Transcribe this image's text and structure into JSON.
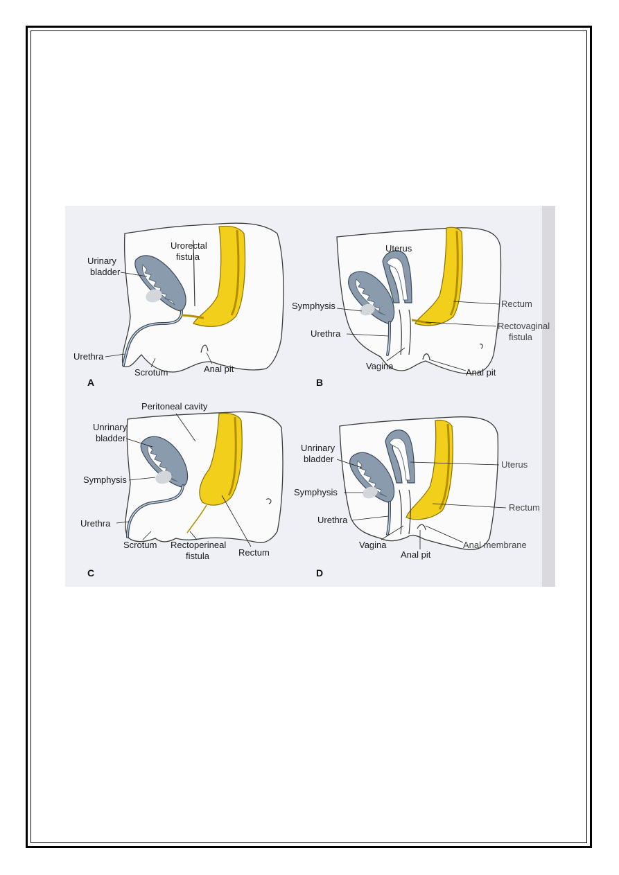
{
  "panels": [
    {
      "letter": "A",
      "labels": {
        "urinary_bladder_1": "Urinary",
        "urinary_bladder_2": "bladder",
        "urorectal_fistula_1": "Urorectal",
        "urorectal_fistula_2": "fistula",
        "urethra": "Urethra",
        "scrotum": "Scrotum",
        "anal_pit": "Anal pit"
      }
    },
    {
      "letter": "B",
      "labels": {
        "uterus": "Uterus",
        "symphysis": "Symphysis",
        "rectum": "Rectum",
        "rectovaginal_fistula_1": "Rectovaginal",
        "rectovaginal_fistula_2": "fistula",
        "urethra": "Urethra",
        "vagina": "Vagina",
        "anal_pit": "Anal pit"
      }
    },
    {
      "letter": "C",
      "labels": {
        "peritoneal_cavity": "Peritoneal cavity",
        "urinary_bladder_1": "Unrinary",
        "urinary_bladder_2": "bladder",
        "symphysis": "Symphysis",
        "urethra": "Urethra",
        "scrotum": "Scrotum",
        "rectoperineal_fistula_1": "Rectoperineal",
        "rectoperineal_fistula_2": "fistula",
        "rectum": "Rectum"
      }
    },
    {
      "letter": "D",
      "labels": {
        "urinary_bladder_1": "Unrinary",
        "urinary_bladder_2": "bladder",
        "uterus": "Uterus",
        "symphysis": "Symphysis",
        "rectum": "Rectum",
        "urethra": "Urethra",
        "vagina": "Vagina",
        "anal_pit": "Anal pit",
        "anal_membrane": "Anal membrane"
      }
    }
  ],
  "colors": {
    "rectum": "#f1cf1a",
    "bladder": "#8a9bae",
    "background": "#eef0f5"
  }
}
